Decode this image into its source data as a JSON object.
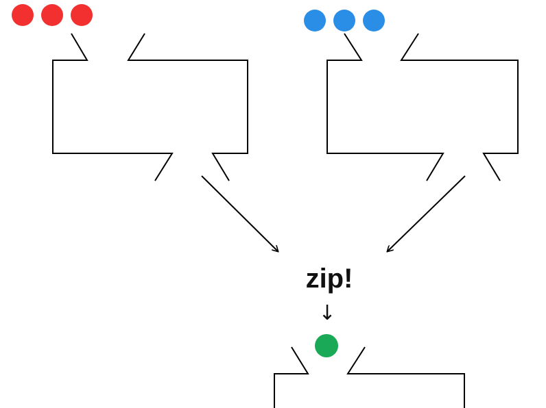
{
  "colors": {
    "left_stream": "#f23030",
    "right_stream": "#2a8de6",
    "output_stream": "#1aa957",
    "stroke": "#000000"
  },
  "left_funnel": {
    "element_count": 3
  },
  "right_funnel": {
    "element_count": 3
  },
  "output_funnel": {
    "element_count": 1
  },
  "operation": {
    "label": "zip!",
    "down_arrow": "↓"
  }
}
